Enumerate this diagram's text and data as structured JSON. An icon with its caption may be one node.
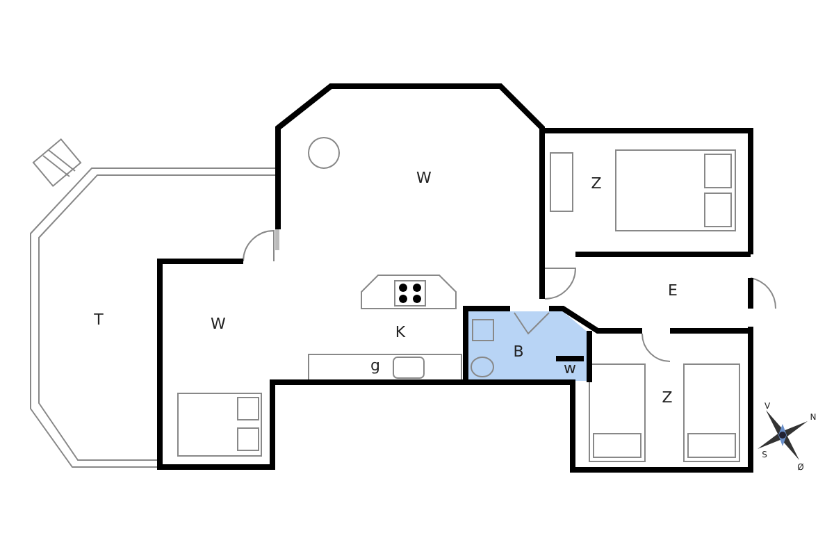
{
  "diagram": {
    "labels": [
      "W",
      "Z",
      "T",
      "E",
      "W",
      "K",
      "B",
      "g",
      "w",
      "Z",
      "V",
      "N",
      "S",
      "Ø"
    ]
  }
}
